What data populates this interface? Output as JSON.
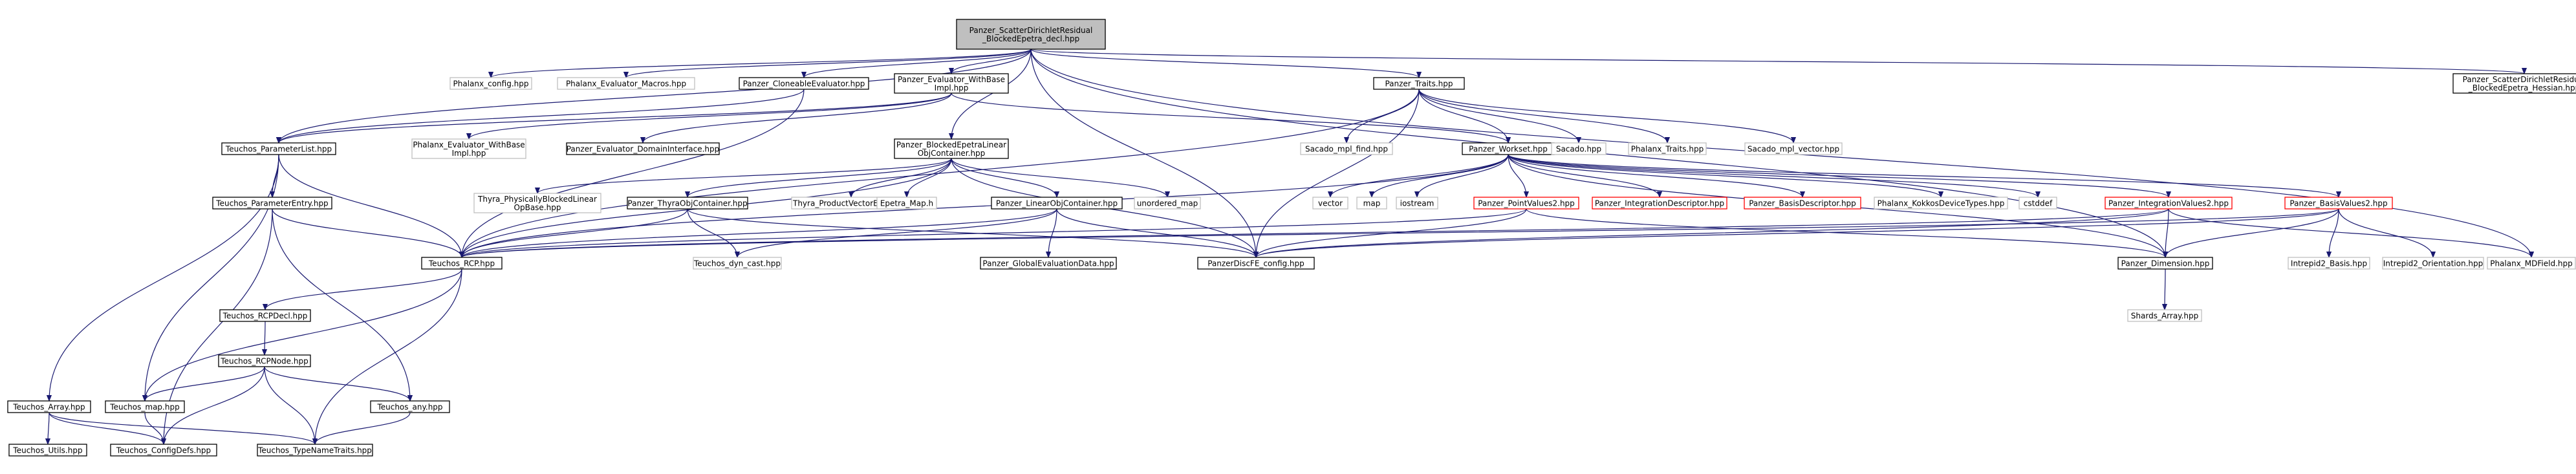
{
  "diagram": {
    "type": "include-dependency-graph",
    "nodes": [
      {
        "id": "root",
        "lines": [
          "Panzer_ScatterDirichletResidual",
          "_BlockedEpetra_decl.hpp"
        ],
        "style": "root"
      },
      {
        "id": "phalanx_config",
        "lines": [
          "Phalanx_config.hpp"
        ],
        "style": "ext"
      },
      {
        "id": "phalanx_eval_macros",
        "lines": [
          "Phalanx_Evaluator_Macros.hpp"
        ],
        "style": "ext"
      },
      {
        "id": "cloneable_eval",
        "lines": [
          "Panzer_CloneableEvaluator.hpp"
        ],
        "style": "std"
      },
      {
        "id": "panzer_eval_wbi",
        "lines": [
          "Panzer_Evaluator_WithBase",
          "Impl.hpp"
        ],
        "style": "std"
      },
      {
        "id": "panzer_traits",
        "lines": [
          "Panzer_Traits.hpp"
        ],
        "style": "std"
      },
      {
        "id": "hessian",
        "lines": [
          "Panzer_ScatterDirichletResidual",
          "_BlockedEpetra_Hessian.hpp"
        ],
        "style": "std"
      },
      {
        "id": "param_list",
        "lines": [
          "Teuchos_ParameterList.hpp"
        ],
        "style": "std"
      },
      {
        "id": "phalanx_eval_wbi",
        "lines": [
          "Phalanx_Evaluator_WithBase",
          "Impl.hpp"
        ],
        "style": "ext"
      },
      {
        "id": "eval_domain",
        "lines": [
          "Panzer_Evaluator_DomainInterface.hpp"
        ],
        "style": "std"
      },
      {
        "id": "blocked_epetra",
        "lines": [
          "Panzer_BlockedEpetraLinear",
          "ObjContainer.hpp"
        ],
        "style": "std"
      },
      {
        "id": "sacado_mpl_find",
        "lines": [
          "Sacado_mpl_find.hpp"
        ],
        "style": "ext"
      },
      {
        "id": "workset",
        "lines": [
          "Panzer_Workset.hpp"
        ],
        "style": "std"
      },
      {
        "id": "sacado",
        "lines": [
          "Sacado.hpp"
        ],
        "style": "ext"
      },
      {
        "id": "phalanx_traits",
        "lines": [
          "Phalanx_Traits.hpp"
        ],
        "style": "ext"
      },
      {
        "id": "sacado_mpl_vector",
        "lines": [
          "Sacado_mpl_vector.hpp"
        ],
        "style": "ext"
      },
      {
        "id": "param_entry",
        "lines": [
          "Teuchos_ParameterEntry.hpp"
        ],
        "style": "std"
      },
      {
        "id": "thyra_pbl",
        "lines": [
          "Thyra_PhysicallyBlockedLinear",
          "OpBase.hpp"
        ],
        "style": "ext"
      },
      {
        "id": "thyra_obj",
        "lines": [
          "Panzer_ThyraObjContainer.hpp"
        ],
        "style": "std"
      },
      {
        "id": "thyra_pvb",
        "lines": [
          "Thyra_ProductVectorBase.hpp"
        ],
        "style": "ext"
      },
      {
        "id": "epetra_map",
        "lines": [
          "Epetra_Map.h"
        ],
        "style": "ext"
      },
      {
        "id": "linear_obj",
        "lines": [
          "Panzer_LinearObjContainer.hpp"
        ],
        "style": "std"
      },
      {
        "id": "unordered_map",
        "lines": [
          "unordered_map"
        ],
        "style": "ext"
      },
      {
        "id": "vector",
        "lines": [
          "vector"
        ],
        "style": "ext"
      },
      {
        "id": "map",
        "lines": [
          "map"
        ],
        "style": "ext"
      },
      {
        "id": "iostream",
        "lines": [
          "iostream"
        ],
        "style": "ext"
      },
      {
        "id": "point_values2",
        "lines": [
          "Panzer_PointValues2.hpp"
        ],
        "style": "red"
      },
      {
        "id": "integration_desc",
        "lines": [
          "Panzer_IntegrationDescriptor.hpp"
        ],
        "style": "red"
      },
      {
        "id": "basis_desc",
        "lines": [
          "Panzer_BasisDescriptor.hpp"
        ],
        "style": "red"
      },
      {
        "id": "kokkos_types",
        "lines": [
          "Phalanx_KokkosDeviceTypes.hpp"
        ],
        "style": "ext"
      },
      {
        "id": "cstddef",
        "lines": [
          "cstddef"
        ],
        "style": "ext"
      },
      {
        "id": "integration_values2",
        "lines": [
          "Panzer_IntegrationValues2.hpp"
        ],
        "style": "red"
      },
      {
        "id": "basis_values2",
        "lines": [
          "Panzer_BasisValues2.hpp"
        ],
        "style": "red"
      },
      {
        "id": "rcp",
        "lines": [
          "Teuchos_RCP.hpp"
        ],
        "style": "std"
      },
      {
        "id": "dyn_cast",
        "lines": [
          "Teuchos_dyn_cast.hpp"
        ],
        "style": "ext"
      },
      {
        "id": "global_eval",
        "lines": [
          "Panzer_GlobalEvaluationData.hpp"
        ],
        "style": "std"
      },
      {
        "id": "panzer_config",
        "lines": [
          "PanzerDiscFE_config.hpp"
        ],
        "style": "std"
      },
      {
        "id": "dimension",
        "lines": [
          "Panzer_Dimension.hpp"
        ],
        "style": "std"
      },
      {
        "id": "intrepid_basis",
        "lines": [
          "Intrepid2_Basis.hpp"
        ],
        "style": "ext"
      },
      {
        "id": "intrepid_orient",
        "lines": [
          "Intrepid2_Orientation.hpp"
        ],
        "style": "ext"
      },
      {
        "id": "mdfield",
        "lines": [
          "Phalanx_MDField.hpp"
        ],
        "style": "ext"
      },
      {
        "id": "rcp_decl",
        "lines": [
          "Teuchos_RCPDecl.hpp"
        ],
        "style": "std"
      },
      {
        "id": "shards",
        "lines": [
          "Shards_Array.hpp"
        ],
        "style": "ext"
      },
      {
        "id": "rcp_node",
        "lines": [
          "Teuchos_RCPNode.hpp"
        ],
        "style": "std"
      },
      {
        "id": "teuchos_array",
        "lines": [
          "Teuchos_Array.hpp"
        ],
        "style": "std"
      },
      {
        "id": "teuchos_map",
        "lines": [
          "Teuchos_map.hpp"
        ],
        "style": "std"
      },
      {
        "id": "teuchos_any",
        "lines": [
          "Teuchos_any.hpp"
        ],
        "style": "std"
      },
      {
        "id": "teuchos_utils",
        "lines": [
          "Teuchos_Utils.hpp"
        ],
        "style": "std"
      },
      {
        "id": "config_defs",
        "lines": [
          "Teuchos_ConfigDefs.hpp"
        ],
        "style": "std"
      },
      {
        "id": "typename_traits",
        "lines": [
          "Teuchos_TypeNameTraits.hpp"
        ],
        "style": "std"
      }
    ],
    "edges": [
      [
        "root",
        "phalanx_config"
      ],
      [
        "root",
        "phalanx_eval_macros"
      ],
      [
        "root",
        "cloneable_eval"
      ],
      [
        "root",
        "panzer_eval_wbi"
      ],
      [
        "root",
        "panzer_traits"
      ],
      [
        "root",
        "hessian"
      ],
      [
        "root",
        "param_list"
      ],
      [
        "root",
        "blocked_epetra"
      ],
      [
        "root",
        "panzer_config"
      ],
      [
        "root",
        "dimension"
      ],
      [
        "root",
        "mdfield"
      ],
      [
        "cloneable_eval",
        "param_list"
      ],
      [
        "cloneable_eval",
        "rcp"
      ],
      [
        "panzer_eval_wbi",
        "param_list"
      ],
      [
        "panzer_eval_wbi",
        "phalanx_eval_wbi"
      ],
      [
        "panzer_eval_wbi",
        "eval_domain"
      ],
      [
        "panzer_eval_wbi",
        "workset"
      ],
      [
        "panzer_traits",
        "sacado_mpl_find"
      ],
      [
        "panzer_traits",
        "workset"
      ],
      [
        "panzer_traits",
        "sacado"
      ],
      [
        "panzer_traits",
        "phalanx_traits"
      ],
      [
        "panzer_traits",
        "sacado_mpl_vector"
      ],
      [
        "panzer_traits",
        "panzer_config"
      ],
      [
        "panzer_traits",
        "rcp"
      ],
      [
        "param_list",
        "param_entry"
      ],
      [
        "param_list",
        "rcp"
      ],
      [
        "param_list",
        "teuchos_array"
      ],
      [
        "param_list",
        "teuchos_map"
      ],
      [
        "blocked_epetra",
        "thyra_pbl"
      ],
      [
        "blocked_epetra",
        "thyra_obj"
      ],
      [
        "blocked_epetra",
        "thyra_pvb"
      ],
      [
        "blocked_epetra",
        "epetra_map"
      ],
      [
        "blocked_epetra",
        "linear_obj"
      ],
      [
        "blocked_epetra",
        "unordered_map"
      ],
      [
        "blocked_epetra",
        "rcp"
      ],
      [
        "blocked_epetra",
        "panzer_config"
      ],
      [
        "workset",
        "vector"
      ],
      [
        "workset",
        "map"
      ],
      [
        "workset",
        "iostream"
      ],
      [
        "workset",
        "point_values2"
      ],
      [
        "workset",
        "integration_desc"
      ],
      [
        "workset",
        "basis_desc"
      ],
      [
        "workset",
        "kokkos_types"
      ],
      [
        "workset",
        "cstddef"
      ],
      [
        "workset",
        "integration_values2"
      ],
      [
        "workset",
        "basis_values2"
      ],
      [
        "workset",
        "rcp"
      ],
      [
        "workset",
        "dimension"
      ],
      [
        "param_entry",
        "rcp"
      ],
      [
        "param_entry",
        "teuchos_any"
      ],
      [
        "param_entry",
        "config_defs"
      ],
      [
        "thyra_obj",
        "rcp"
      ],
      [
        "thyra_obj",
        "dyn_cast"
      ],
      [
        "thyra_obj",
        "panzer_config"
      ],
      [
        "linear_obj",
        "rcp"
      ],
      [
        "linear_obj",
        "dyn_cast"
      ],
      [
        "linear_obj",
        "global_eval"
      ],
      [
        "linear_obj",
        "panzer_config"
      ],
      [
        "point_values2",
        "rcp"
      ],
      [
        "point_values2",
        "panzer_config"
      ],
      [
        "point_values2",
        "dimension"
      ],
      [
        "integration_values2",
        "rcp"
      ],
      [
        "integration_values2",
        "panzer_config"
      ],
      [
        "integration_values2",
        "dimension"
      ],
      [
        "integration_values2",
        "mdfield"
      ],
      [
        "basis_values2",
        "rcp"
      ],
      [
        "basis_values2",
        "panzer_config"
      ],
      [
        "basis_values2",
        "dimension"
      ],
      [
        "basis_values2",
        "intrepid_basis"
      ],
      [
        "basis_values2",
        "intrepid_orient"
      ],
      [
        "rcp",
        "rcp_decl"
      ],
      [
        "rcp",
        "teuchos_map"
      ],
      [
        "rcp",
        "typename_traits"
      ],
      [
        "rcp_decl",
        "rcp_node"
      ],
      [
        "rcp_node",
        "teuchos_map"
      ],
      [
        "rcp_node",
        "teuchos_any"
      ],
      [
        "rcp_node",
        "config_defs"
      ],
      [
        "rcp_node",
        "typename_traits"
      ],
      [
        "dimension",
        "shards"
      ],
      [
        "teuchos_array",
        "teuchos_utils"
      ],
      [
        "teuchos_array",
        "config_defs"
      ],
      [
        "teuchos_array",
        "typename_traits"
      ],
      [
        "teuchos_map",
        "config_defs"
      ],
      [
        "teuchos_any",
        "typename_traits"
      ]
    ]
  }
}
